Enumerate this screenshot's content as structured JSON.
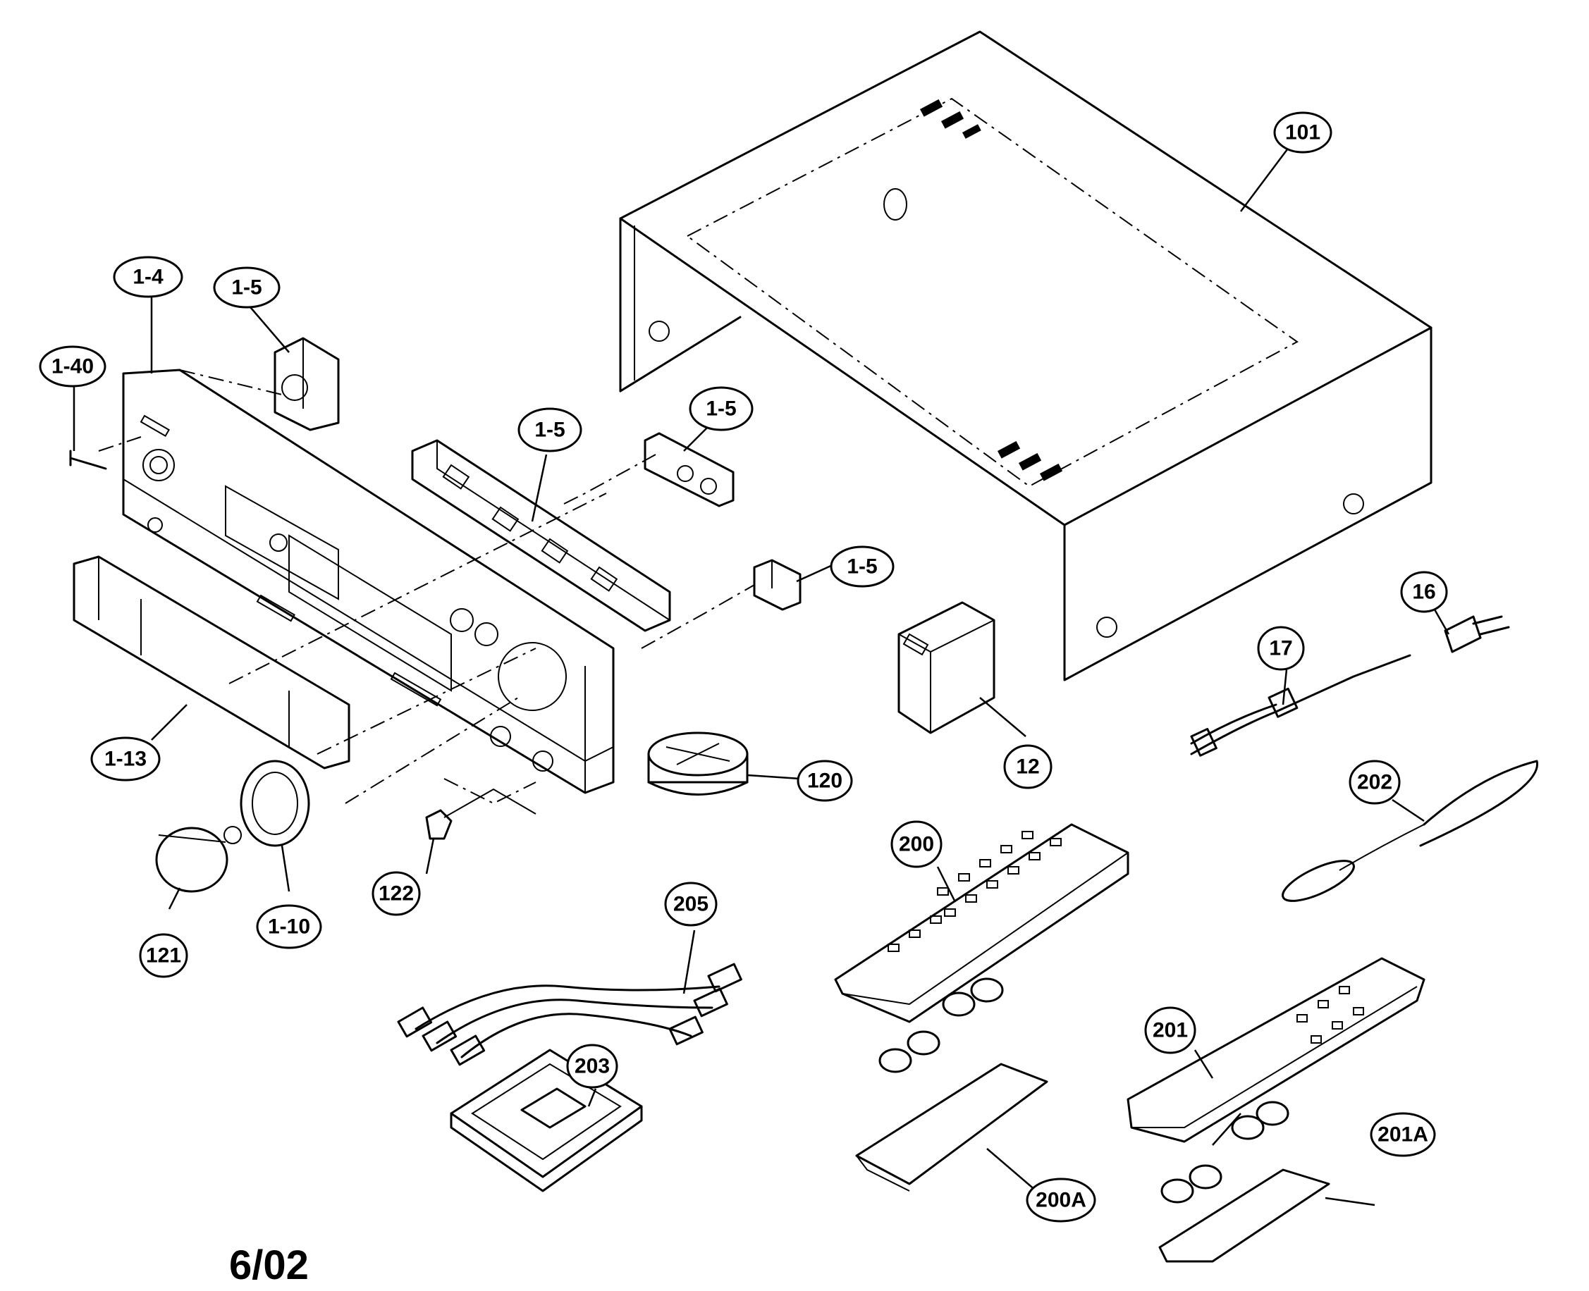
{
  "callouts": [
    {
      "id": "101",
      "label": "101"
    },
    {
      "id": "1-4",
      "label": "1-4"
    },
    {
      "id": "1-5a",
      "label": "1-5"
    },
    {
      "id": "1-40",
      "label": "1-40"
    },
    {
      "id": "1-5b",
      "label": "1-5"
    },
    {
      "id": "1-5c",
      "label": "1-5"
    },
    {
      "id": "1-5d",
      "label": "1-5"
    },
    {
      "id": "16",
      "label": "16"
    },
    {
      "id": "17",
      "label": "17"
    },
    {
      "id": "12",
      "label": "12"
    },
    {
      "id": "202",
      "label": "202"
    },
    {
      "id": "120",
      "label": "120"
    },
    {
      "id": "1-13",
      "label": "1-13"
    },
    {
      "id": "200",
      "label": "200"
    },
    {
      "id": "122",
      "label": "122"
    },
    {
      "id": "205",
      "label": "205"
    },
    {
      "id": "1-10",
      "label": "1-10"
    },
    {
      "id": "121",
      "label": "121"
    },
    {
      "id": "201",
      "label": "201"
    },
    {
      "id": "203",
      "label": "203"
    },
    {
      "id": "201A",
      "label": "201A"
    },
    {
      "id": "200A",
      "label": "200A"
    }
  ],
  "date_stamp": "6/02"
}
